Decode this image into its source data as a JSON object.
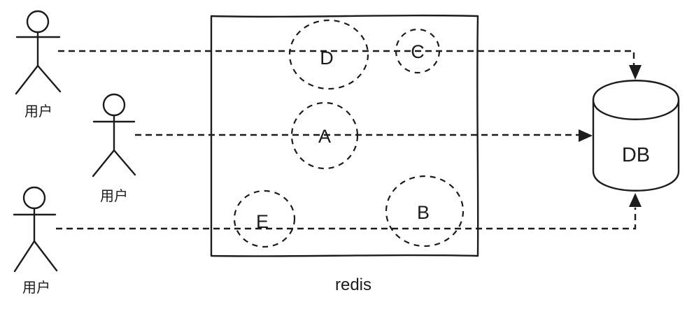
{
  "diagram": {
    "actors": [
      {
        "label": "用户"
      },
      {
        "label": "用户"
      },
      {
        "label": "用户"
      }
    ],
    "cache": {
      "label": "redis",
      "nodes": [
        {
          "id": "D"
        },
        {
          "id": "C"
        },
        {
          "id": "A"
        },
        {
          "id": "E"
        },
        {
          "id": "B"
        }
      ]
    },
    "database": {
      "label": "DB"
    },
    "colors": {
      "stroke": "#1c1c1c",
      "background": "#ffffff"
    }
  }
}
